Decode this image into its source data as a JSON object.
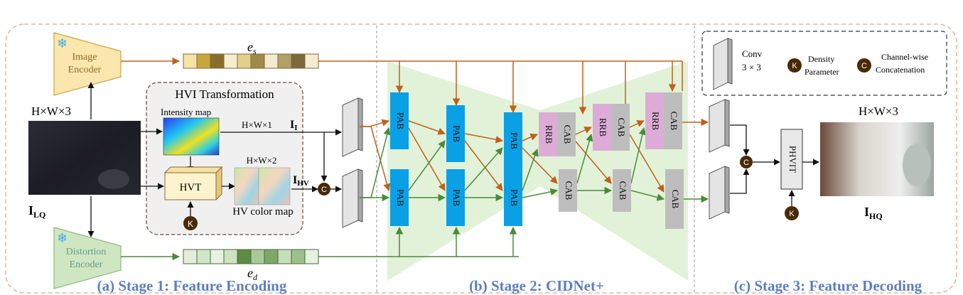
{
  "stages": {
    "stage1": "(a) Stage 1: Feature Encoding",
    "stage2": "(b) Stage 2: CIDNet+",
    "stage3": "(c) Stage 3: Feature Decoding"
  },
  "encoders": {
    "image_line1": "Image",
    "image_line2": "Encoder",
    "distortion_line1": "Distortion",
    "distortion_line2": "Encoder"
  },
  "embeddings": {
    "es_sym": "e",
    "es_sub": "s",
    "ed_sym": "e",
    "ed_sub": "d",
    "es_colors": [
      "#f5e3a6",
      "#c9a63a",
      "#8a6d2a",
      "#f6eecf",
      "#e3cf8c",
      "#a08a48",
      "#f3ead0",
      "#b3a067",
      "#7c6a3a",
      "#f4ecd2"
    ],
    "ed_colors": [
      "#e2eedb",
      "#d2e5c8",
      "#e8f1e2",
      "#cfe2c3",
      "#5e8c45",
      "#aac99a",
      "#7ea86a",
      "#c7ddb9",
      "#9cbf8c",
      "#e6f0df"
    ]
  },
  "hvi": {
    "title": "HVI Transformation",
    "intensity_map": "Intensity map",
    "hvt": "HVT",
    "hv_color_map": "HV color map",
    "dim1": "H×W×1",
    "dim2": "H×W×2",
    "ii_sym": "I",
    "ii_sub": "I",
    "ihv_sym": "I",
    "ihv_sub": "HV"
  },
  "io": {
    "input_dim": "H×W×3",
    "input_sym": "I",
    "input_sub": "LQ",
    "output_dim": "H×W×3",
    "output_sym": "I",
    "output_sub": "HQ"
  },
  "blocks": {
    "pab": "PAB",
    "rrb": "RRB",
    "cab": "CAB",
    "phvit": "PHVIT",
    "k": "K",
    "c": "C"
  },
  "legend": {
    "conv_line1": "Conv",
    "conv_line2": "3 × 3",
    "density_line1": "Density",
    "density_line2": "Parameter",
    "channel_line1": "Channel-wise",
    "channel_line2": "Concatenation"
  },
  "colors": {
    "orange": "#c0601c",
    "green": "#4a8a3a",
    "pab": "#0aa0e6",
    "rrb": "#dcacd6",
    "cab": "#bdbdbd",
    "stage_text": "#5b7fbf",
    "node_dark": "#4a2a06"
  }
}
